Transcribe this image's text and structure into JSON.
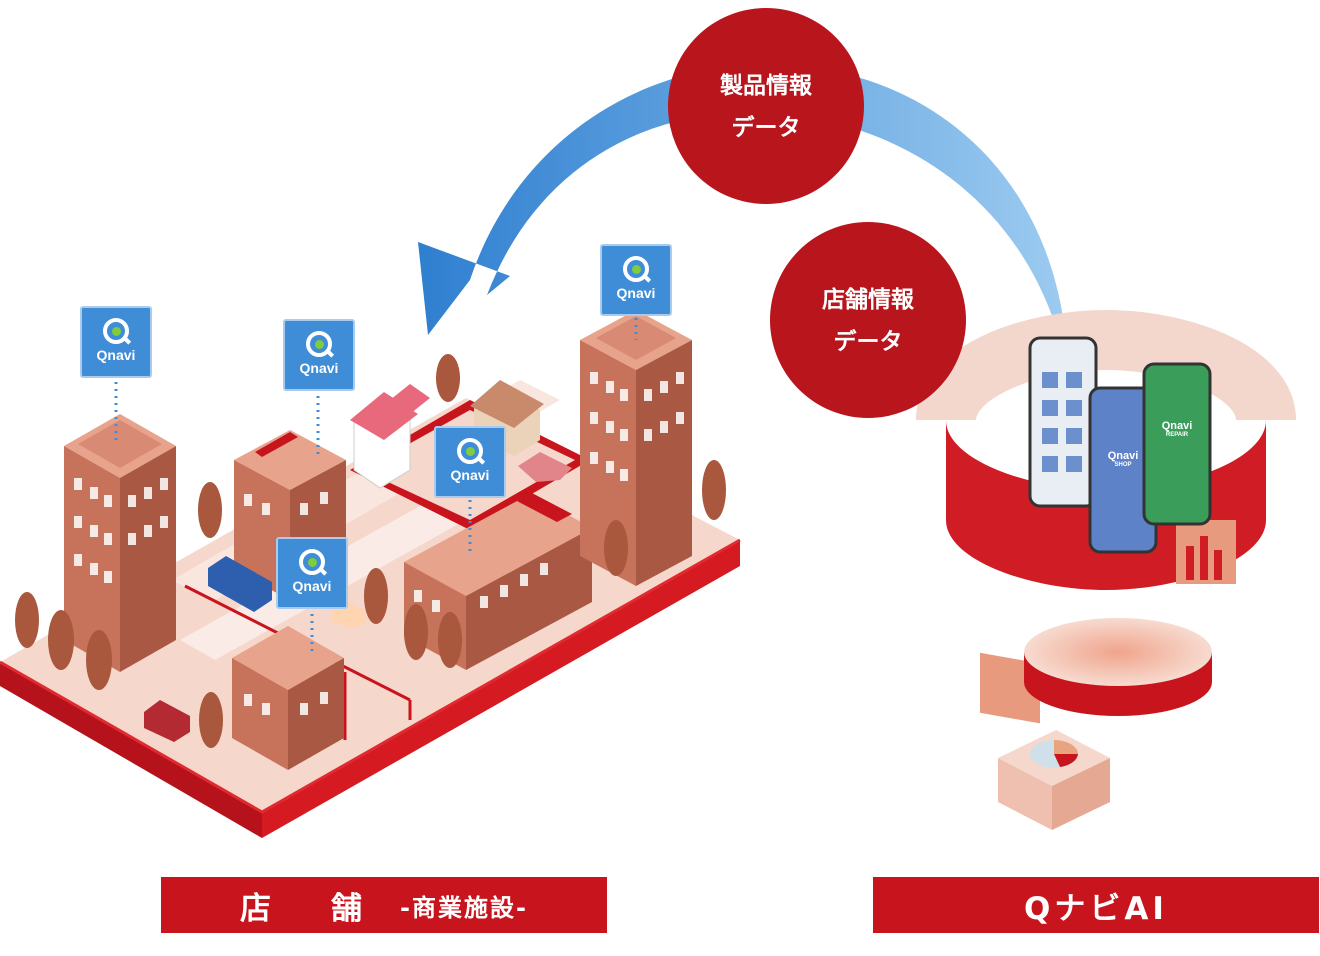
{
  "circles": {
    "product": {
      "line1": "製品情報",
      "line2": "データ"
    },
    "store": {
      "line1": "店舗情報",
      "line2": "データ"
    }
  },
  "badges": {
    "label": "Qnavi"
  },
  "phones": {
    "shop_brand": "Qnavi",
    "shop_sub": "SHOP",
    "repair_brand": "Qnavi",
    "repair_sub": "REPAIR"
  },
  "banners": {
    "store_main_1": "店",
    "store_main_2": "舗",
    "store_sub": "-商業施設-",
    "ai": "QナビAI"
  },
  "colors": {
    "red": "#c8141c",
    "blue_arrow": "#3d8ad4",
    "building": "#c8745f",
    "badge_blue": "#3f8dd6",
    "phone_green": "#3a9d5a"
  }
}
